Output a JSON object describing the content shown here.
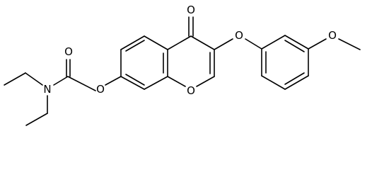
{
  "molecule": {
    "atom_labels": {
      "carbonyl_oxygen_carbamate": "O",
      "nitrogen": "N",
      "ester_oxygen": "O",
      "ketone_oxygen": "O",
      "ether_oxygen_aryloxy": "O",
      "ring_oxygen": "O",
      "methoxy_oxygen": "O"
    },
    "colors": {
      "bond": "#000000",
      "label": "#000000",
      "background": "#ffffff"
    }
  }
}
